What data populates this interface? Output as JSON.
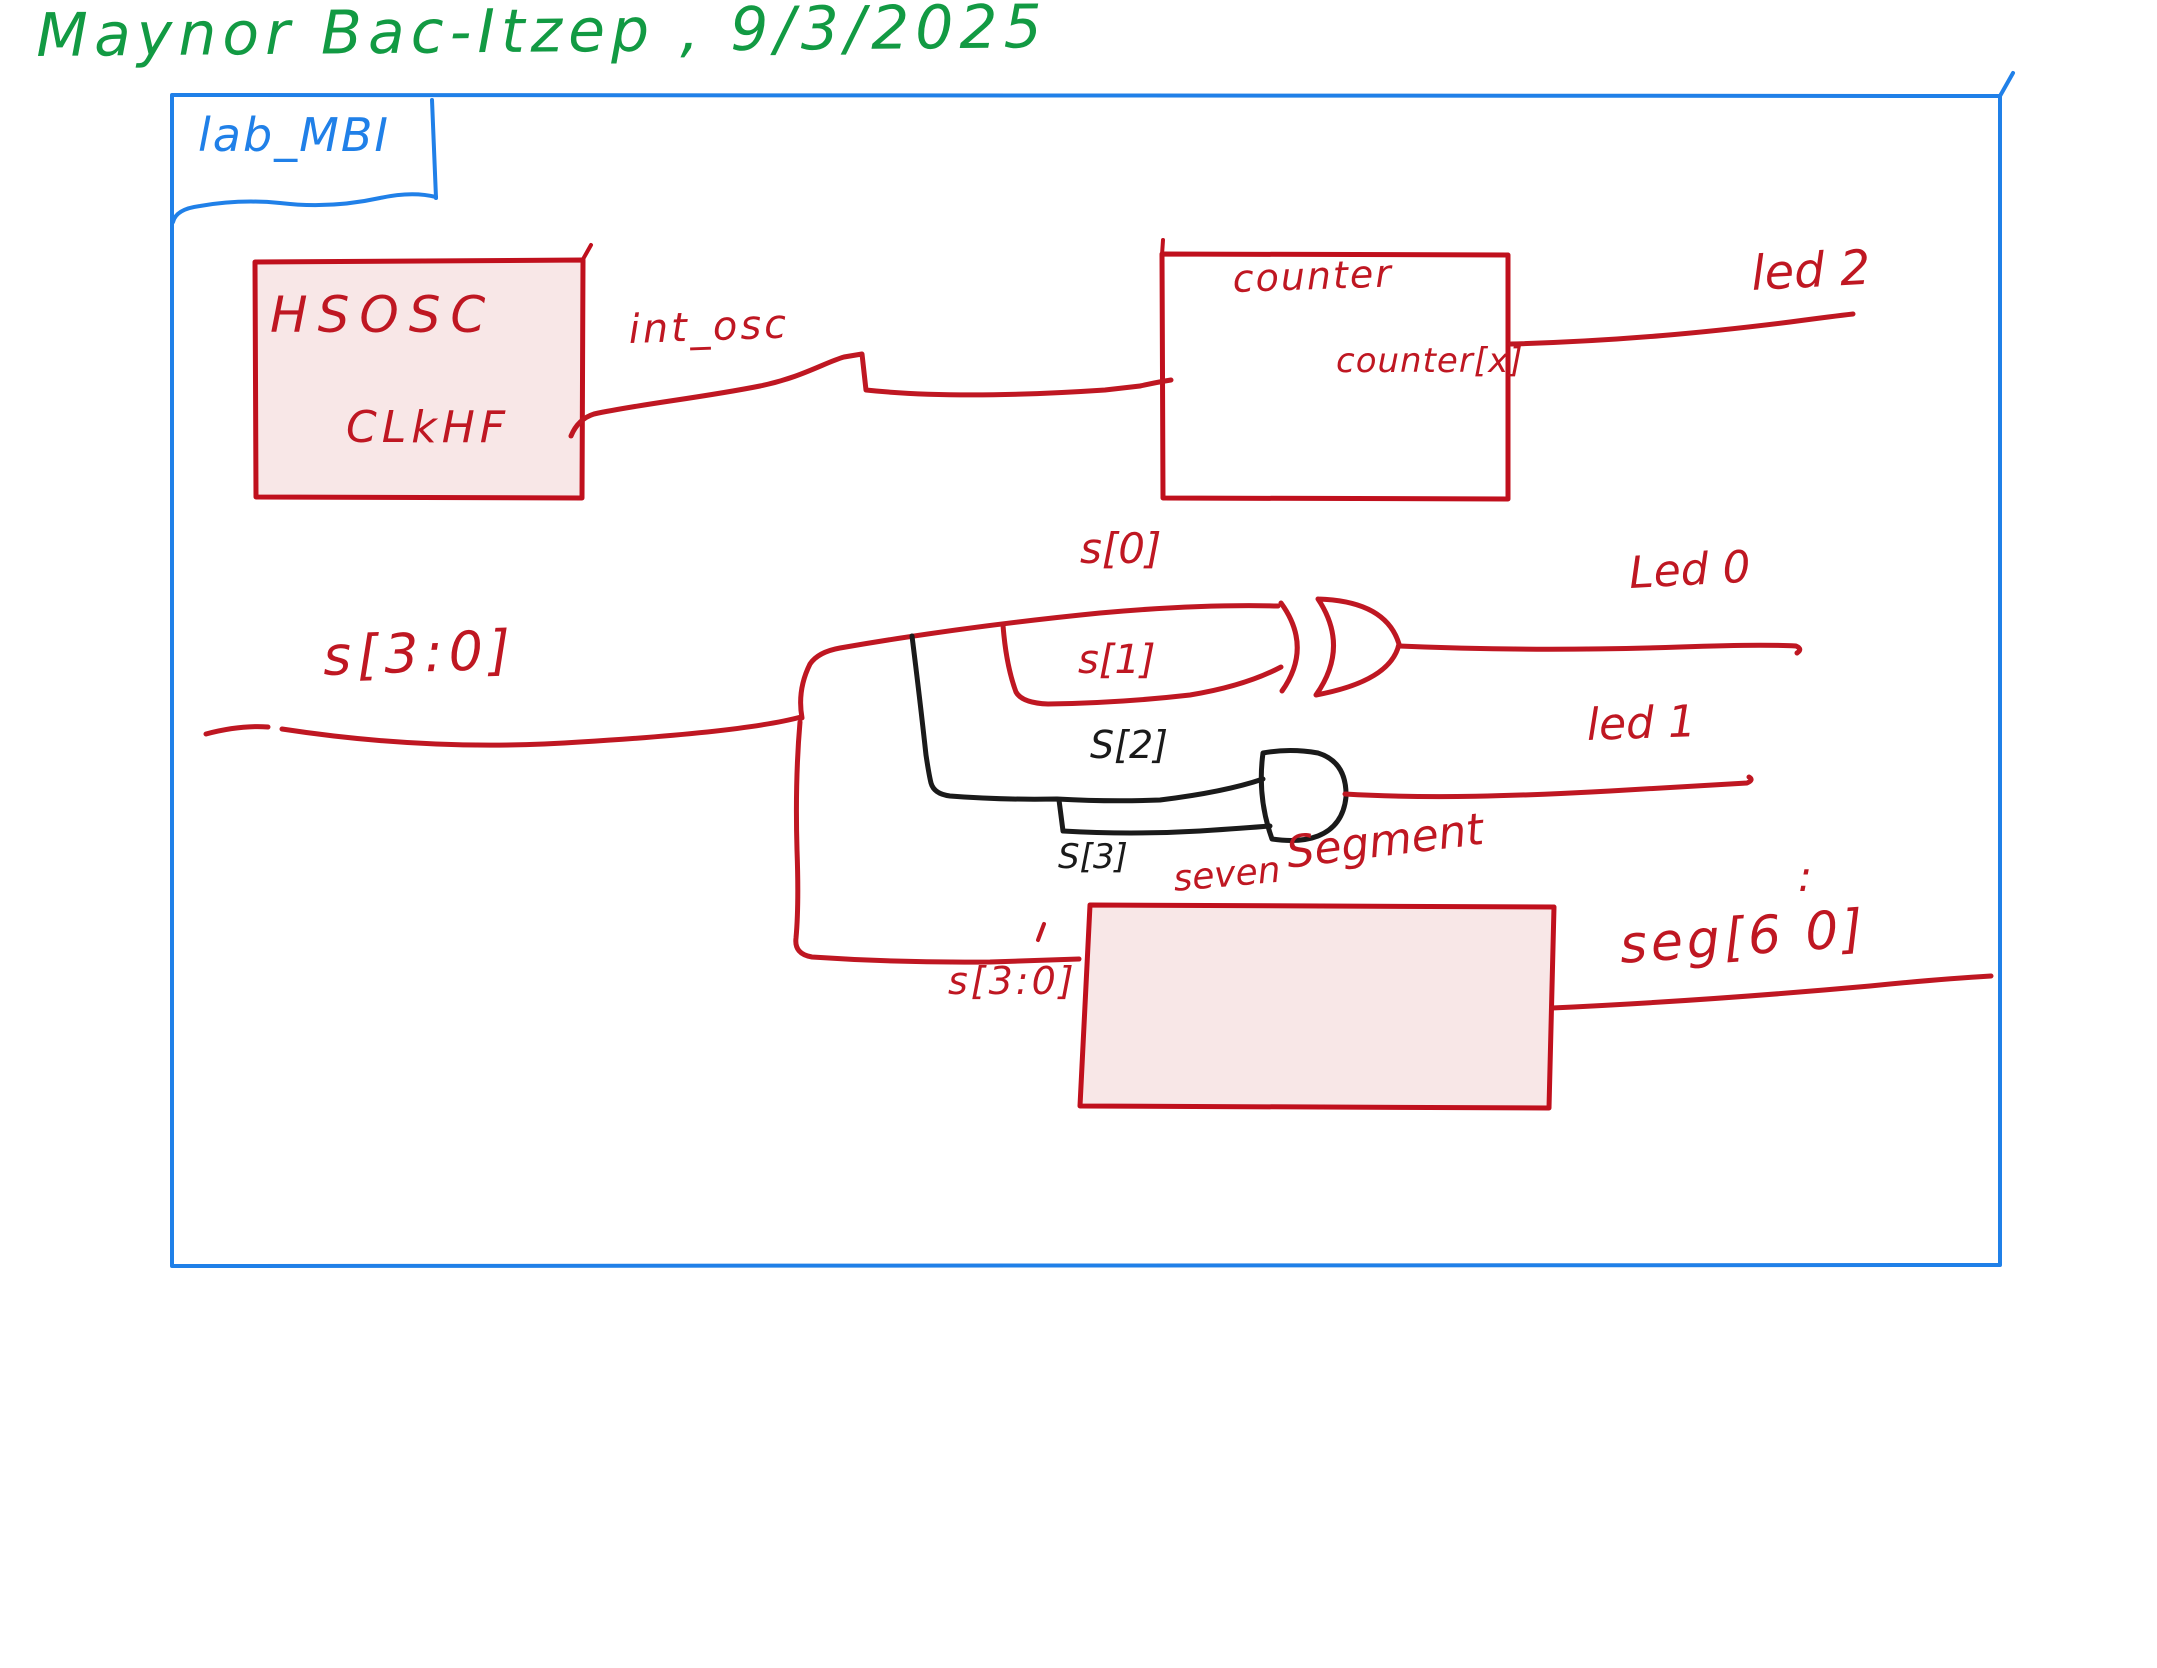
{
  "author_header": {
    "text": "Maynor Bac-Itzep , 9/3/2025"
  },
  "module": {
    "label": "lab_MBI"
  },
  "blocks": {
    "hsosc": {
      "title": "HSOSC",
      "port": "CLkHF"
    },
    "counter": {
      "title": "counter",
      "output_port": "counter[x]"
    },
    "seven_segment": {
      "title_script": "seven",
      "title_print": "Segment",
      "input_label": "s[3:0]"
    }
  },
  "labels": {
    "int_osc": "int_osc",
    "s_bus": "s[3:0]",
    "s0": "s[0]",
    "s1": "s[1]",
    "s2": "S[2]",
    "s3": "S[3]",
    "led2": "led 2",
    "led0": "Led 0",
    "led1": "led 1",
    "seg_out": "seg[6 0]",
    "stray_colon": ":"
  },
  "icons": {
    "gate_top": "or-xor-gate",
    "gate_bottom": "and-gate"
  },
  "colors": {
    "green_ink": "#129a43",
    "blue_ink": "#2080e8",
    "red_ink": "#bf1722",
    "black_ink": "#1a1a1a",
    "pink_fill": "#f8e7e7",
    "background": "#ffffff"
  }
}
